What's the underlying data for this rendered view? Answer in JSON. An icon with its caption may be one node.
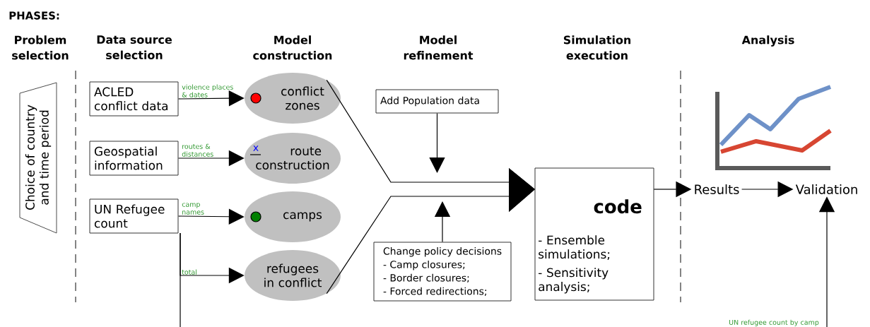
{
  "diagram": {
    "nodes": [
      {
        "text": [
          "Choice of country and time period"
        ]
      },
      {
        "text": [
          "ACLED conflict data"
        ]
      },
      {
        "text": [
          "Geospatial information"
        ]
      },
      {
        "text": [
          "UN Refugee count"
        ]
      },
      {
        "text": [
          "conflict zones"
        ]
      },
      {
        "text": [
          "x",
          "route construction"
        ]
      },
      {
        "text": [
          "camps"
        ]
      },
      {
        "text": [
          "refugees in conflict"
        ]
      },
      {
        "text": [
          "Add Population data"
        ]
      },
      {
        "text": [
          "Change policy decisions",
          "- Camp closures;",
          "- Border closures;",
          "- Forced redirections;"
        ]
      },
      {
        "text": [
          "code",
          "- Ensemble simulations;",
          "- Sensitivity analysis;"
        ]
      },
      {
        "text": [
          "Results"
        ]
      },
      {
        "text": [
          "Validation"
        ]
      }
    ],
    "edges": [
      {
        "from": 1,
        "to": 4,
        "arrow": "to",
        "label": "violence places & dates"
      },
      {
        "from": 2,
        "to": 5,
        "arrow": "to",
        "label": "routes & distances"
      },
      {
        "from": 3,
        "to": 6,
        "arrow": "to",
        "label": "camp names"
      },
      {
        "from": 3,
        "to": 7,
        "arrow": "to",
        "label": "total"
      },
      {
        "from": 3,
        "to": null,
        "arrow": "none"
      },
      {
        "from": 4,
        "to": 10,
        "arrow": "to"
      },
      {
        "from": 7,
        "to": 10,
        "arrow": "to"
      },
      {
        "from": 8,
        "to": null,
        "arrow": "to"
      },
      {
        "from": 9,
        "to": null,
        "arrow": "to"
      },
      {
        "from": 10,
        "to": 11,
        "arrow": "to"
      },
      {
        "from": 11,
        "to": 12,
        "arrow": "to"
      },
      {
        "from": null,
        "to": 12,
        "arrow": "to",
        "label": "UN refugee count by camp"
      }
    ],
    "labels": [
      "PHASES:",
      "Problem selection",
      "Data source selection",
      "Model construction",
      "Model refinement",
      "Simulation execution",
      "Analysis"
    ]
  }
}
